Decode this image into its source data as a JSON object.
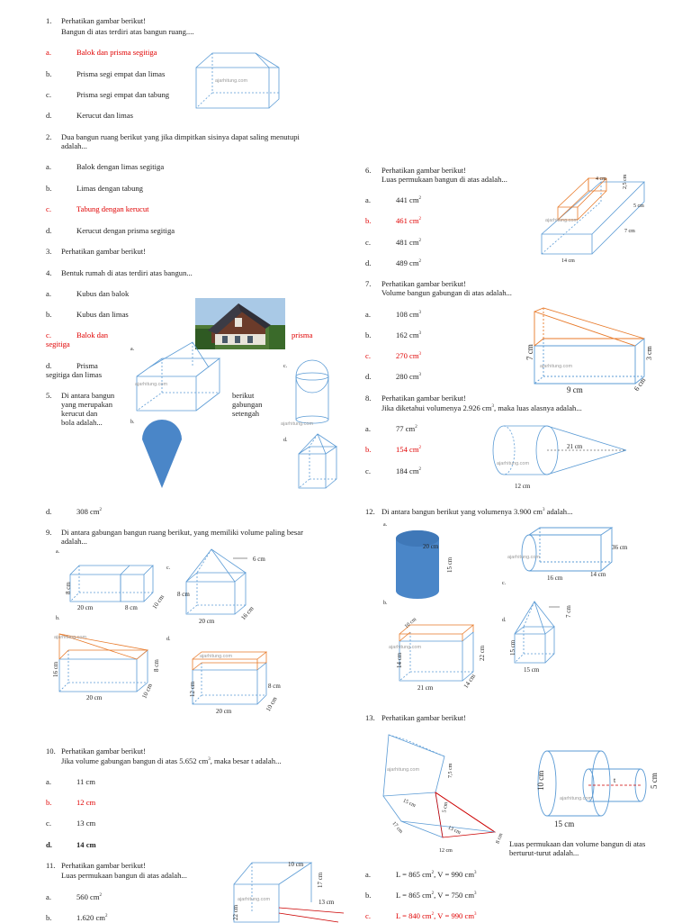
{
  "colors": {
    "red": "#e00000",
    "blue": "#5b9bd5",
    "orange": "#e87a2a",
    "fill_blue": "#4a86c8",
    "hatch": "#cc0000"
  },
  "watermark": "ajarhitung.com",
  "q1": {
    "num": "1.",
    "stem": "Perhatikan gambar berikut!",
    "line2": "Bangun di atas terdiri atas bangun ruang....",
    "options": [
      {
        "k": "a.",
        "t": "Balok dan prisma segitiga"
      },
      {
        "k": "b.",
        "t": "Prisma segi empat dan limas"
      },
      {
        "k": "c.",
        "t": "Prisma segi empat dan tabung"
      },
      {
        "k": "d.",
        "t": "Kerucut dan limas"
      }
    ]
  },
  "q2": {
    "num": "2.",
    "stem": "Dua bangun ruang berikut yang jika dimpitkan sisinya dapat saling menutupi",
    "line2": "adalah...",
    "options": [
      {
        "k": "a.",
        "t": "Balok dengan limas segitiga"
      },
      {
        "k": "b.",
        "t": "Limas dengan tabung"
      },
      {
        "k": "c.",
        "t": "Tabung dengan kerucut"
      },
      {
        "k": "d.",
        "t": "Kerucut dengan prisma segitiga"
      }
    ]
  },
  "q3": {
    "num": "3.",
    "stem": "Perhatikan gambar berikut!"
  },
  "q4": {
    "num": "4.",
    "stem": "Bentuk rumah di atas terdiri atas bangun...",
    "options": [
      {
        "k": "a.",
        "t": "Kubus dan balok"
      },
      {
        "k": "b.",
        "t": "Kubus dan limas"
      },
      {
        "k": "c.",
        "t": "Balok dan"
      },
      {
        "k": "d.",
        "t": "Prisma"
      }
    ],
    "c_cont1": "prisma",
    "c_cont2": "segitiga",
    "d_cont": "segitiga dan limas"
  },
  "q5": {
    "num": "5.",
    "line1": "Di antara bangun",
    "line2": "yang merupakan",
    "line3": "kerucut dan",
    "line4": "bola adalah...",
    "r1": "berikut",
    "r2": "gabungan",
    "r3": "setengah",
    "labels": {
      "a": "a.",
      "b": "b.",
      "c": "c.",
      "d": "d."
    },
    "opt_d_key": "d.",
    "opt_d_val": "308 cm",
    "sup": "2"
  },
  "q6": {
    "num": "6.",
    "stem": "Perhatikan gambar berikut!",
    "line2": "Luas permukaan bangun di atas adalah...",
    "options": [
      {
        "k": "a.",
        "t": "441 cm"
      },
      {
        "k": "b.",
        "t": "461 cm"
      },
      {
        "k": "c.",
        "t": "481 cm"
      },
      {
        "k": "d.",
        "t": "489 cm"
      }
    ],
    "sup": "2",
    "dims": {
      "d1": "4 cm",
      "d2": "2,5 cm",
      "d3": "5 cm",
      "d4": "7 cm",
      "d5": "14 cm"
    }
  },
  "q7": {
    "num": "7.",
    "stem": "Perhatikan gambar berikut!",
    "line2": "Volume bangun gabungan di atas adalah...",
    "options": [
      {
        "k": "a.",
        "t": "108 cm"
      },
      {
        "k": "b.",
        "t": "162 cm"
      },
      {
        "k": "c.",
        "t": "270 cm"
      },
      {
        "k": "d.",
        "t": "280 cm"
      }
    ],
    "sup": "3",
    "dims": {
      "h": "7 cm",
      "r": "3 cm",
      "w": "9 cm",
      "d": "6 cm"
    }
  },
  "q8": {
    "num": "8.",
    "stem": "Perhatikan gambar berikut!",
    "line2": "Jika diketahui volumenya 2.926 cm",
    "line2b": ", maka luas alasnya adalah...",
    "options": [
      {
        "k": "a.",
        "t": "77 cm"
      },
      {
        "k": "b.",
        "t": "154 cm"
      },
      {
        "k": "c.",
        "t": "184 cm"
      }
    ],
    "sup": "2",
    "sup3": "3",
    "dims": {
      "c": "21 cm",
      "t": "12 cm"
    }
  },
  "q9": {
    "num": "9.",
    "stem": "Di antara gabungan bangun ruang berikut, yang memiliki volume paling besar",
    "line2": "adalah...",
    "labels": {
      "a": "a.",
      "b": "b.",
      "c": "c.",
      "d": "d."
    },
    "a": {
      "h": "8 cm",
      "w": "20 cm",
      "w2": "8 cm",
      "d": "10 cm"
    },
    "b": {
      "h": "16 cm",
      "w": "20 cm",
      "h2": "8 cm",
      "d": "10 cm"
    },
    "c": {
      "t": "6 cm",
      "h": "8 cm",
      "w": "20 cm",
      "d": "16 cm"
    },
    "d": {
      "h": "12 cm",
      "w": "20 cm",
      "h2": "8 cm",
      "d": "10 cm"
    }
  },
  "q10": {
    "num": "10.",
    "stem": "Perhatikan gambar berikut!",
    "line2": "Jika volume gabungan bangun di atas 5.652 cm",
    "line2b": ", maka besar t adalah...",
    "options": [
      {
        "k": "a.",
        "t": "11 cm"
      },
      {
        "k": "b.",
        "t": "12 cm"
      },
      {
        "k": "c.",
        "t": "13 cm"
      },
      {
        "k": "d.",
        "t": "14 cm"
      }
    ],
    "sup": "3",
    "dims": {
      "d": "10 cm",
      "l": "15 cm",
      "t": "t",
      "r": "5 cm"
    }
  },
  "q11": {
    "num": "11.",
    "stem": "Perhatikan gambar berikut!",
    "line2": "Luas permukaan bangun di atas adalah...",
    "options": [
      {
        "k": "a.",
        "t": "560 cm"
      },
      {
        "k": "b.",
        "t": "1.620 cm"
      }
    ],
    "sup": "2",
    "dims": {
      "a": "10 cm",
      "b": "17 cm",
      "c": "13 cm",
      "d": "22 cm"
    }
  },
  "q12": {
    "num": "12.",
    "stem": "Di antara bangun berikut yang volumenya 3.900 cm",
    "stem_b": " adalah...",
    "sup": "3",
    "labels": {
      "a": "a.",
      "b": "b.",
      "c": "c.",
      "d": "d."
    },
    "a": {
      "d": "20 cm",
      "h": "15 cm"
    },
    "b": {
      "t": "10 cm",
      "h": "14 cm",
      "w": "21 cm",
      "h2": "22 cm",
      "d": "14 cm"
    },
    "c": {
      "l": "36 cm",
      "w": "16 cm",
      "d": "14 cm"
    },
    "d": {
      "t": "7 cm",
      "h": "15 cm",
      "w": "15 cm"
    }
  },
  "q13": {
    "num": "13.",
    "stem": "Perhatikan gambar berikut!",
    "line2": "Luas permukaan dan volume bangun di atas",
    "line3": "berturut-turut adalah...",
    "options": [
      {
        "k": "a.",
        "t": "L = 865 cm",
        "t2": ", V = 990 cm"
      },
      {
        "k": "b.",
        "t": "L = 865 cm",
        "t2": ", V = 750 cm"
      },
      {
        "k": "c.",
        "t": "L = 840 cm",
        "t2": ", V = 990 cm"
      }
    ],
    "sup2": "2",
    "sup3": "3",
    "dims": {
      "a": "7,5 cm",
      "b": "15 cm",
      "c": "17 cm",
      "d": "5 cm",
      "e": "13 cm",
      "f": "8 cm",
      "g": "12 cm"
    }
  }
}
